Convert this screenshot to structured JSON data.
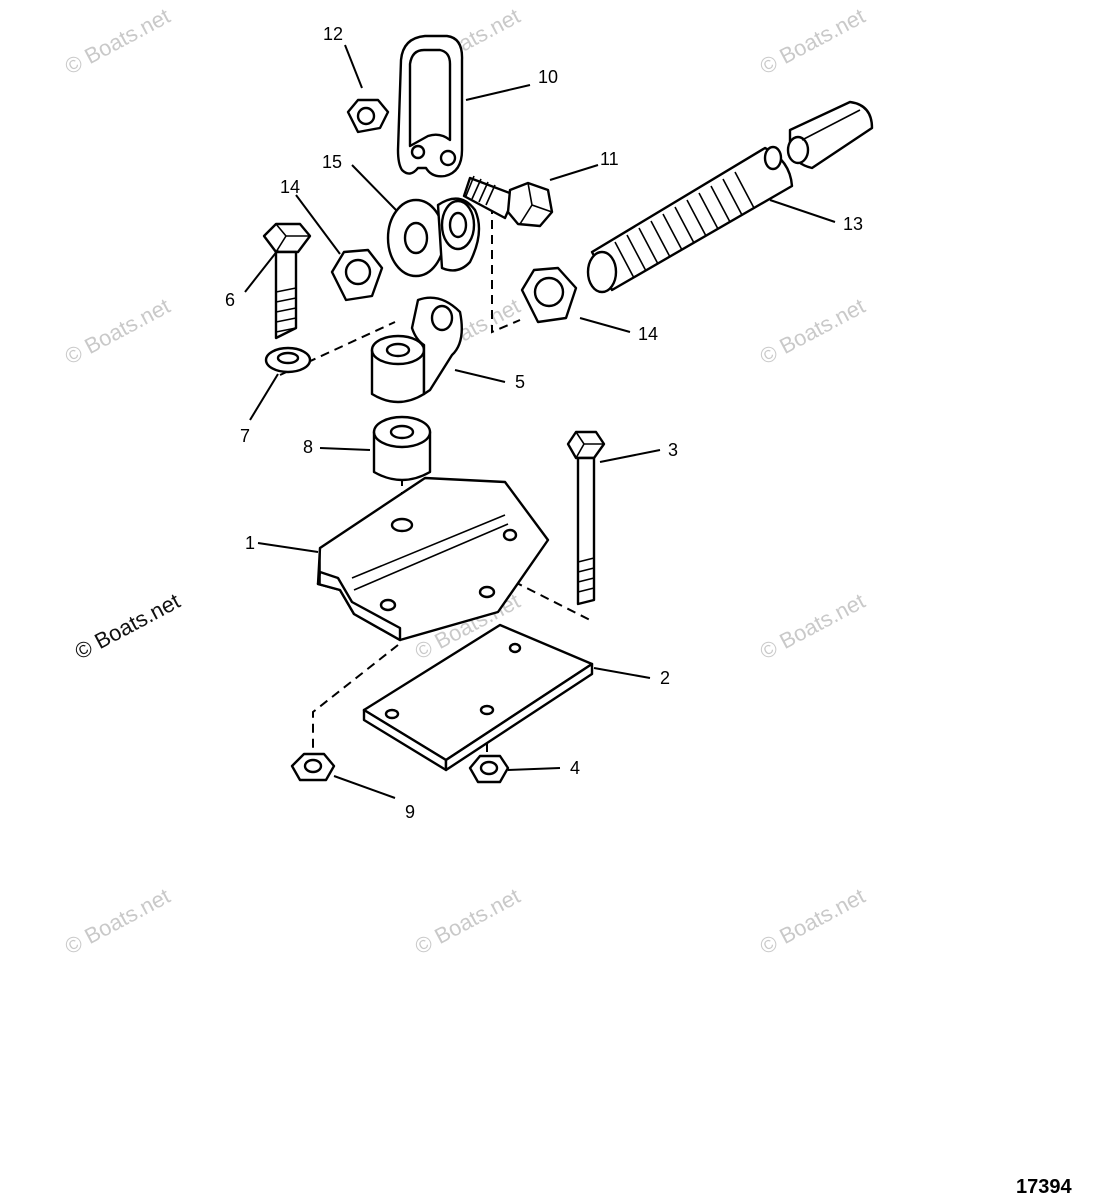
{
  "watermark": "© Boats.net",
  "figure_number": "17394",
  "callouts": [
    "1",
    "2",
    "3",
    "4",
    "5",
    "6",
    "7",
    "8",
    "9",
    "10",
    "11",
    "12",
    "13",
    "14",
    "14",
    "15"
  ]
}
